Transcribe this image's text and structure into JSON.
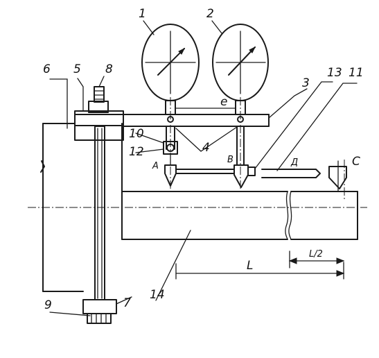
{
  "labels": {
    "l1": "1",
    "l2": "2",
    "l3": "3",
    "l4": "4",
    "l5": "5",
    "l6": "6",
    "l7": "7",
    "l8": "8",
    "l9": "9",
    "l10": "10",
    "l11": "11",
    "l12": "12",
    "l13": "13",
    "l14": "14",
    "A": "A",
    "B": "B",
    "D": "Д",
    "C": "C",
    "L": "L",
    "e": "e",
    "L2": "L/2"
  }
}
